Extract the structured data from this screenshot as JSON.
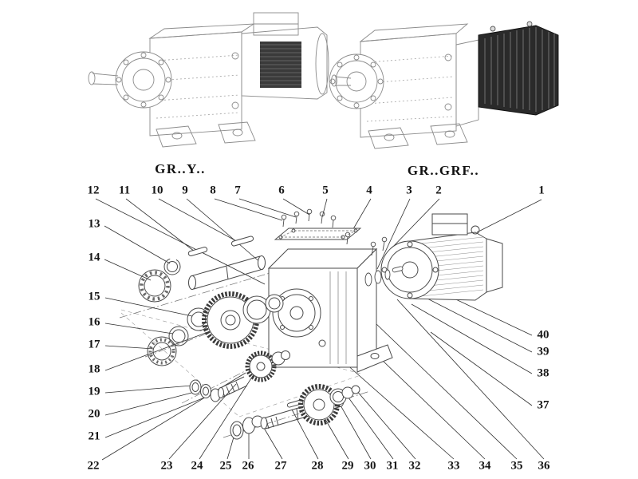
{
  "title_labels": {
    "left": "GR..Y..",
    "right": "GR..GRF.."
  },
  "callouts": {
    "top_row": [
      "12",
      "11",
      "10",
      "9",
      "8",
      "7",
      "6",
      "5",
      "4",
      "3",
      "2",
      "1"
    ],
    "left_col": [
      "13",
      "14",
      "15",
      "16",
      "17",
      "18",
      "19",
      "20",
      "21",
      "22"
    ],
    "bottom_row": [
      "23",
      "24",
      "25",
      "26",
      "27",
      "28",
      "29",
      "30",
      "31",
      "32",
      "33",
      "34",
      "35",
      "36"
    ],
    "right_col": [
      "40",
      "39",
      "38",
      "37"
    ]
  }
}
